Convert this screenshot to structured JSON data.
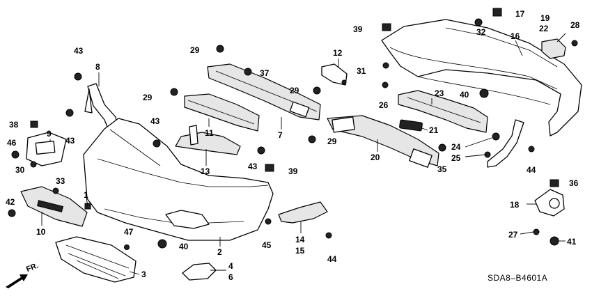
{
  "diagram": {
    "code": "SDA8–B4601A",
    "front_label": "FR.",
    "callouts": [
      "1",
      "2",
      "3",
      "4",
      "6",
      "7",
      "8",
      "9",
      "10",
      "11",
      "12",
      "13",
      "14",
      "15",
      "16",
      "17",
      "18",
      "19",
      "20",
      "21",
      "22",
      "23",
      "24",
      "25",
      "26",
      "27",
      "28",
      "29",
      "30",
      "31",
      "32",
      "33",
      "35",
      "36",
      "37",
      "38",
      "39",
      "40",
      "41",
      "42",
      "43",
      "44",
      "45",
      "46",
      "47"
    ]
  }
}
